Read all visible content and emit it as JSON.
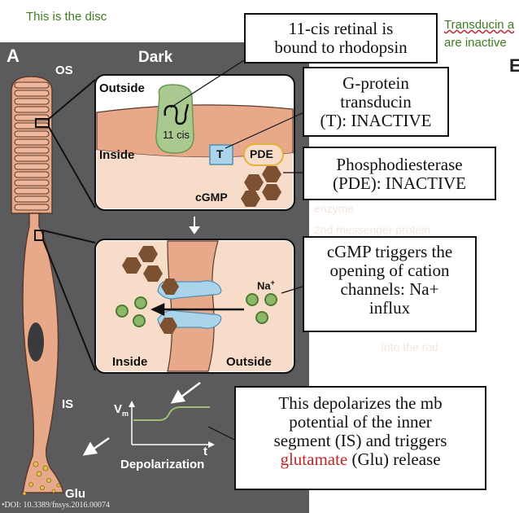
{
  "notes": {
    "disc": "This is the disc",
    "transducin_line1": "Transducin a",
    "transducin_line2": "are inactive",
    "edge_letter": "E"
  },
  "figure": {
    "panel_letter": "A",
    "dark_label": "Dark",
    "os_label": "OS",
    "is_label": "IS",
    "glu_label": "Glu",
    "doi": "•DOI: 10.3389/fnsys.2016.00074"
  },
  "disc_panel": {
    "outside_label": "Outside",
    "inside_label": "Inside",
    "retinal_label": "11 cis",
    "t_label": "T",
    "pde_label": "PDE",
    "cgmp_label": "cGMP"
  },
  "channel_panel": {
    "inside_label": "Inside",
    "outside_label": "Outside",
    "na_label": "Na",
    "na_sup": "+"
  },
  "graph": {
    "v_label": "V",
    "v_sub": "m",
    "t_label": "t",
    "caption": "Depolarization"
  },
  "callouts": {
    "retinal": [
      "11-cis retinal is",
      "bound to rhodopsin"
    ],
    "transducin": [
      "G-protein",
      "transducin",
      "(T): INACTIVE"
    ],
    "pde": [
      "Phosphodiesterase",
      "(PDE): INACTIVE"
    ],
    "cgmp": [
      "cGMP triggers the",
      "opening of cation",
      "channels: Na+",
      "influx"
    ],
    "depolarize_pre": [
      "This depolarizes the mb",
      "potential of the inner",
      "segment (IS) and triggers"
    ],
    "glutamate_word": "glutamate",
    "glutamate_rest": " (Glu) release"
  },
  "faint_notes": {
    "enzyme": "enzyme",
    "second_messenger": "2nd messenger protein",
    "into_rod": "Into the rod"
  },
  "colors": {
    "panel_gray": "#5b5b5d",
    "cell_fill": "#e8a98b",
    "cell_stroke": "#5a3a2c",
    "green_note": "#3d7d1f",
    "glutamate_red": "#c0262c"
  }
}
